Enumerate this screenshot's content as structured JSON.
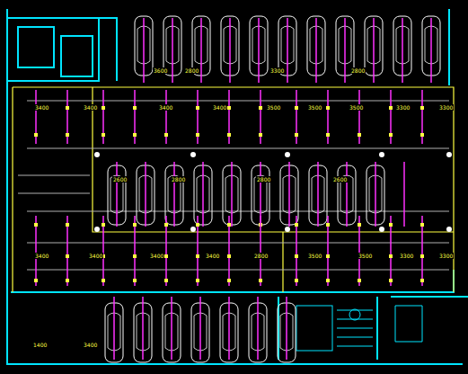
{
  "diagram": {
    "labels": [
      "3600",
      "2800",
      "3300",
      "2800",
      "3400",
      "3400",
      "3400",
      "3400",
      "3500",
      "3500",
      "3500",
      "3300",
      "3300",
      "2600",
      "2800",
      "2800",
      "2600",
      "3400",
      "3400",
      "3400",
      "3400",
      "2800",
      "3500",
      "3500",
      "3300",
      "3300",
      "1400",
      "3400"
    ]
  }
}
